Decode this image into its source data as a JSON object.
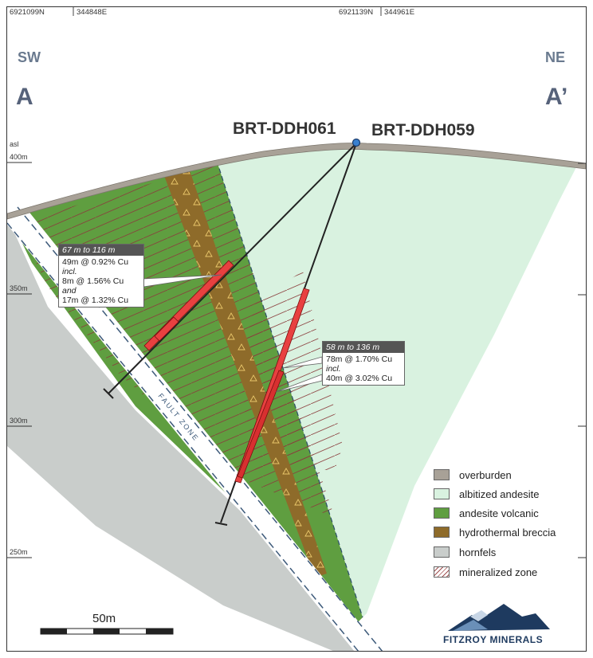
{
  "header": {
    "left_northing": "6921099N",
    "left_easting": "344848E",
    "right_northing": "6921139N",
    "right_easting": "344961E"
  },
  "directions": {
    "left_dir": "SW",
    "left_section": "A",
    "right_dir": "NE",
    "right_section": "A’"
  },
  "drillholes": {
    "hole_a": "BRT-DDH061",
    "hole_b": "BRT-DDH059"
  },
  "elevations": {
    "datum": "asl",
    "labels": [
      "400m",
      "350m",
      "300m",
      "250m"
    ]
  },
  "callouts": {
    "ddh061": {
      "header": "67 m to 116 m",
      "line1": "49m @ 0.92% Cu",
      "line2": "incl.",
      "line3": "8m @ 1.56% Cu",
      "line4": "and",
      "line5": "17m @ 1.32% Cu"
    },
    "ddh059": {
      "header": "58 m to 136 m",
      "line1": "78m @ 1.70% Cu",
      "line2": "incl.",
      "line3": "40m @ 3.02% Cu"
    }
  },
  "fault": {
    "label": "FAULT ZONE"
  },
  "legend": {
    "items": [
      {
        "label": "overburden",
        "color": "#a8a197"
      },
      {
        "label": "albitized andesite",
        "color": "#d9f2e0"
      },
      {
        "label": "andesite volcanic",
        "color": "#5f9e40"
      },
      {
        "label": "hydrothermal breccia",
        "color": "#8e6b2a"
      },
      {
        "label": "hornfels",
        "color": "#c9cdcb"
      },
      {
        "label": "mineralized zone",
        "color": "#a05050"
      }
    ]
  },
  "scale": {
    "label": "50m"
  },
  "logo": {
    "name": "FITZROY MINERALS"
  }
}
